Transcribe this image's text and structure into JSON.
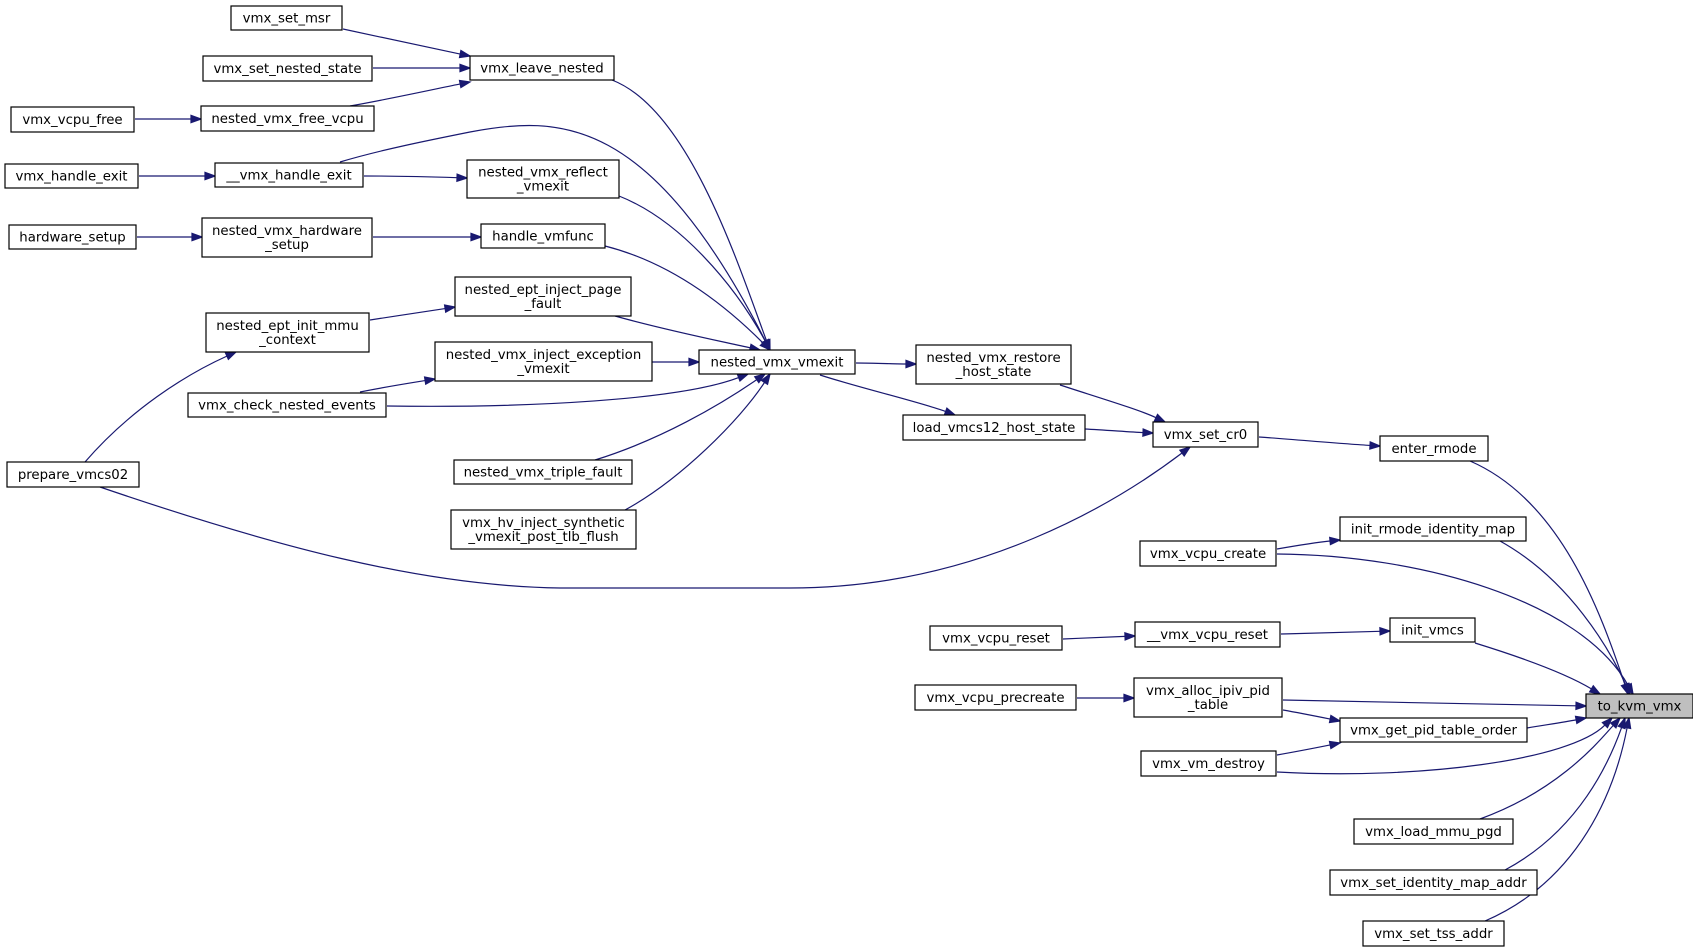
{
  "graph": {
    "kind": "caller graph",
    "colors": {
      "edge": "#191970",
      "node_border": "#000000",
      "target_fill": "#bfbfbf",
      "background": "#ffffff"
    },
    "nodes": [
      {
        "id": "vmx_set_msr",
        "lines": [
          "vmx_set_msr"
        ]
      },
      {
        "id": "vmx_set_nested_state",
        "lines": [
          "vmx_set_nested_state"
        ]
      },
      {
        "id": "vmx_vcpu_free",
        "lines": [
          "vmx_vcpu_free"
        ]
      },
      {
        "id": "nested_vmx_free_vcpu",
        "lines": [
          "nested_vmx_free_vcpu"
        ]
      },
      {
        "id": "vmx_leave_nested",
        "lines": [
          "vmx_leave_nested"
        ]
      },
      {
        "id": "vmx_handle_exit",
        "lines": [
          "vmx_handle_exit"
        ]
      },
      {
        "id": "__vmx_handle_exit",
        "lines": [
          "__vmx_handle_exit"
        ]
      },
      {
        "id": "nested_vmx_reflect_vmexit",
        "lines": [
          "nested_vmx_reflect",
          "_vmexit"
        ]
      },
      {
        "id": "hardware_setup",
        "lines": [
          "hardware_setup"
        ]
      },
      {
        "id": "nested_vmx_hardware_setup",
        "lines": [
          "nested_vmx_hardware",
          "_setup"
        ]
      },
      {
        "id": "handle_vmfunc",
        "lines": [
          "handle_vmfunc"
        ]
      },
      {
        "id": "nested_ept_inject_page_fault",
        "lines": [
          "nested_ept_inject_page",
          "_fault"
        ]
      },
      {
        "id": "nested_ept_init_mmu_context",
        "lines": [
          "nested_ept_init_mmu",
          "_context"
        ]
      },
      {
        "id": "nested_vmx_inject_exception_vmexit",
        "lines": [
          "nested_vmx_inject_exception",
          "_vmexit"
        ]
      },
      {
        "id": "nested_vmx_vmexit",
        "lines": [
          "nested_vmx_vmexit"
        ]
      },
      {
        "id": "vmx_check_nested_events",
        "lines": [
          "vmx_check_nested_events"
        ]
      },
      {
        "id": "prepare_vmcs02",
        "lines": [
          "prepare_vmcs02"
        ]
      },
      {
        "id": "nested_vmx_triple_fault",
        "lines": [
          "nested_vmx_triple_fault"
        ]
      },
      {
        "id": "vmx_hv_inject_synthetic_vmexit_post_tlb_flush",
        "lines": [
          "vmx_hv_inject_synthetic",
          "_vmexit_post_tlb_flush"
        ]
      },
      {
        "id": "nested_vmx_restore_host_state",
        "lines": [
          "nested_vmx_restore",
          "_host_state"
        ]
      },
      {
        "id": "load_vmcs12_host_state",
        "lines": [
          "load_vmcs12_host_state"
        ]
      },
      {
        "id": "vmx_set_cr0",
        "lines": [
          "vmx_set_cr0"
        ]
      },
      {
        "id": "enter_rmode",
        "lines": [
          "enter_rmode"
        ]
      },
      {
        "id": "init_rmode_identity_map",
        "lines": [
          "init_rmode_identity_map"
        ]
      },
      {
        "id": "vmx_vcpu_create",
        "lines": [
          "vmx_vcpu_create"
        ]
      },
      {
        "id": "vmx_vcpu_reset",
        "lines": [
          "vmx_vcpu_reset"
        ]
      },
      {
        "id": "__vmx_vcpu_reset",
        "lines": [
          "__vmx_vcpu_reset"
        ]
      },
      {
        "id": "init_vmcs",
        "lines": [
          "init_vmcs"
        ]
      },
      {
        "id": "vmx_vcpu_precreate",
        "lines": [
          "vmx_vcpu_precreate"
        ]
      },
      {
        "id": "vmx_alloc_ipiv_pid_table",
        "lines": [
          "vmx_alloc_ipiv_pid",
          "_table"
        ]
      },
      {
        "id": "vmx_get_pid_table_order",
        "lines": [
          "vmx_get_pid_table_order"
        ]
      },
      {
        "id": "vmx_vm_destroy",
        "lines": [
          "vmx_vm_destroy"
        ]
      },
      {
        "id": "vmx_load_mmu_pgd",
        "lines": [
          "vmx_load_mmu_pgd"
        ]
      },
      {
        "id": "vmx_set_identity_map_addr",
        "lines": [
          "vmx_set_identity_map_addr"
        ]
      },
      {
        "id": "vmx_set_tss_addr",
        "lines": [
          "vmx_set_tss_addr"
        ]
      },
      {
        "id": "to_kvm_vmx",
        "lines": [
          "to_kvm_vmx"
        ],
        "highlighted": true
      }
    ],
    "edges": [
      {
        "from": "vmx_set_msr",
        "to": "vmx_leave_nested"
      },
      {
        "from": "vmx_set_nested_state",
        "to": "vmx_leave_nested"
      },
      {
        "from": "nested_vmx_free_vcpu",
        "to": "vmx_leave_nested"
      },
      {
        "from": "vmx_vcpu_free",
        "to": "nested_vmx_free_vcpu"
      },
      {
        "from": "vmx_handle_exit",
        "to": "__vmx_handle_exit"
      },
      {
        "from": "__vmx_handle_exit",
        "to": "nested_vmx_reflect_vmexit"
      },
      {
        "from": "__vmx_handle_exit",
        "to": "nested_vmx_vmexit"
      },
      {
        "from": "hardware_setup",
        "to": "nested_vmx_hardware_setup"
      },
      {
        "from": "nested_vmx_hardware_setup",
        "to": "handle_vmfunc"
      },
      {
        "from": "nested_ept_init_mmu_context",
        "to": "nested_ept_inject_page_fault"
      },
      {
        "from": "prepare_vmcs02",
        "to": "nested_ept_init_mmu_context"
      },
      {
        "from": "vmx_check_nested_events",
        "to": "nested_vmx_inject_exception_vmexit"
      },
      {
        "from": "vmx_leave_nested",
        "to": "nested_vmx_vmexit"
      },
      {
        "from": "nested_vmx_reflect_vmexit",
        "to": "nested_vmx_vmexit"
      },
      {
        "from": "handle_vmfunc",
        "to": "nested_vmx_vmexit"
      },
      {
        "from": "nested_ept_inject_page_fault",
        "to": "nested_vmx_vmexit"
      },
      {
        "from": "nested_vmx_inject_exception_vmexit",
        "to": "nested_vmx_vmexit"
      },
      {
        "from": "vmx_check_nested_events",
        "to": "nested_vmx_vmexit"
      },
      {
        "from": "nested_vmx_triple_fault",
        "to": "nested_vmx_vmexit"
      },
      {
        "from": "vmx_hv_inject_synthetic_vmexit_post_tlb_flush",
        "to": "nested_vmx_vmexit"
      },
      {
        "from": "nested_vmx_vmexit",
        "to": "nested_vmx_restore_host_state"
      },
      {
        "from": "nested_vmx_vmexit",
        "to": "load_vmcs12_host_state"
      },
      {
        "from": "nested_vmx_restore_host_state",
        "to": "vmx_set_cr0"
      },
      {
        "from": "load_vmcs12_host_state",
        "to": "vmx_set_cr0"
      },
      {
        "from": "prepare_vmcs02",
        "to": "vmx_set_cr0"
      },
      {
        "from": "vmx_set_cr0",
        "to": "enter_rmode"
      },
      {
        "from": "enter_rmode",
        "to": "to_kvm_vmx"
      },
      {
        "from": "vmx_vcpu_create",
        "to": "init_rmode_identity_map"
      },
      {
        "from": "init_rmode_identity_map",
        "to": "to_kvm_vmx"
      },
      {
        "from": "vmx_vcpu_create",
        "to": "to_kvm_vmx"
      },
      {
        "from": "vmx_vcpu_reset",
        "to": "__vmx_vcpu_reset"
      },
      {
        "from": "__vmx_vcpu_reset",
        "to": "init_vmcs"
      },
      {
        "from": "init_vmcs",
        "to": "to_kvm_vmx"
      },
      {
        "from": "vmx_vcpu_precreate",
        "to": "vmx_alloc_ipiv_pid_table"
      },
      {
        "from": "vmx_alloc_ipiv_pid_table",
        "to": "to_kvm_vmx"
      },
      {
        "from": "vmx_alloc_ipiv_pid_table",
        "to": "vmx_get_pid_table_order"
      },
      {
        "from": "vmx_vm_destroy",
        "to": "vmx_get_pid_table_order"
      },
      {
        "from": "vmx_get_pid_table_order",
        "to": "to_kvm_vmx"
      },
      {
        "from": "vmx_vm_destroy",
        "to": "to_kvm_vmx"
      },
      {
        "from": "vmx_load_mmu_pgd",
        "to": "to_kvm_vmx"
      },
      {
        "from": "vmx_set_identity_map_addr",
        "to": "to_kvm_vmx"
      },
      {
        "from": "vmx_set_tss_addr",
        "to": "to_kvm_vmx"
      }
    ]
  }
}
